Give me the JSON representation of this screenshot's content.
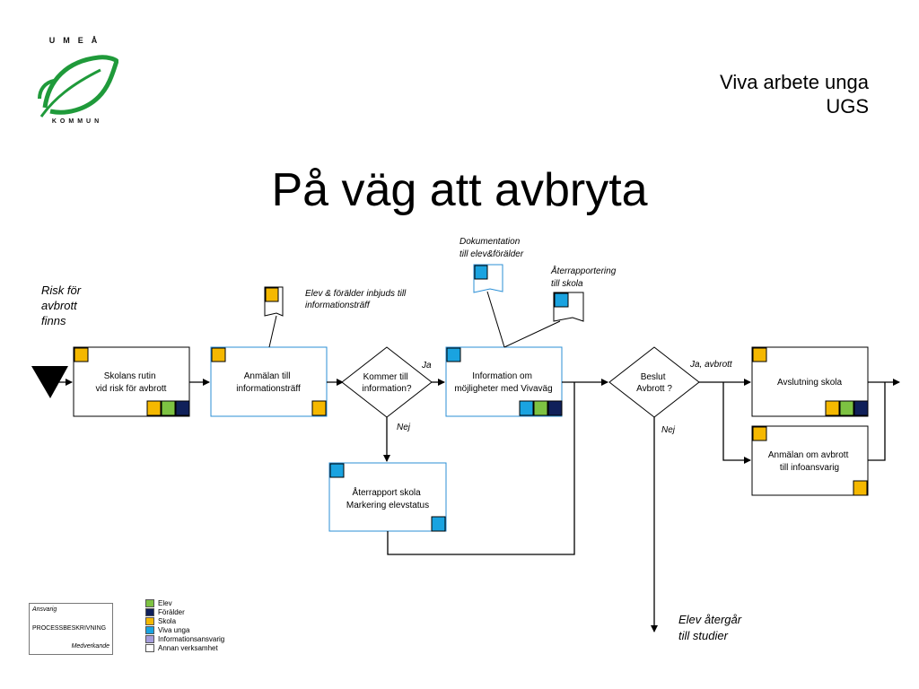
{
  "logo": {
    "top_text": "UMEÅ",
    "bottom_text": "KOMMUN"
  },
  "header": {
    "line1": "Viva arbete unga",
    "line2": "UGS"
  },
  "title": "På väg att avbryta",
  "colors": {
    "elev": "#7dc242",
    "foralder": "#10205a",
    "skola": "#f5b800",
    "viva_unga": "#1aa3e0",
    "informationsansvarig": "#a59ddb",
    "annan": "#ffffff",
    "box_blue_border": "#2b8fd6"
  },
  "diagram": {
    "start_label": [
      "Risk för",
      "avbrott",
      "finns"
    ],
    "boxes": {
      "skolans_rutin": [
        "Skolans rutin",
        "vid risk för avbrott"
      ],
      "anmalan_info": [
        "Anmälan till",
        "informationsträff"
      ],
      "information": [
        "Information om",
        "möjligheter med Vivaväg"
      ],
      "aterrapport": [
        "Återrapport skola",
        "Markering elevstatus"
      ],
      "avslutning": [
        "Avslutning skola"
      ],
      "anmalan_avbrott": [
        "Anmälan om avbrott",
        "till infoansvarig"
      ]
    },
    "decisions": {
      "kommer": [
        "Kommer till",
        "information?"
      ],
      "beslut": [
        "Beslut",
        "Avbrott ?"
      ]
    },
    "documents": {
      "inbjuds": [
        "Elev & förälder inbjuds till",
        "informationsträff"
      ],
      "dokumentation": [
        "Dokumentation",
        "till elev&förälder"
      ],
      "aterrapportering": [
        "Återrapportering",
        "till skola"
      ]
    },
    "edge_labels": {
      "ja": "Ja",
      "nej1": "Nej",
      "ja_avbrott": "Ja, avbrott",
      "nej2": "Nej"
    },
    "end_label": [
      "Elev återgår",
      "till studier"
    ]
  },
  "legend": {
    "box": {
      "top": "Ansvarig",
      "middle": "PROCESSBESKRIVNING",
      "bottom": "Medverkande"
    },
    "items": [
      {
        "label": "Elev",
        "color": "#7dc242"
      },
      {
        "label": "Förälder",
        "color": "#10205a"
      },
      {
        "label": "Skola",
        "color": "#f5b800"
      },
      {
        "label": "Viva unga",
        "color": "#1aa3e0"
      },
      {
        "label": "Informationsansvarig",
        "color": "#a59ddb"
      },
      {
        "label": "Annan verksamhet",
        "color": "#ffffff"
      }
    ]
  }
}
